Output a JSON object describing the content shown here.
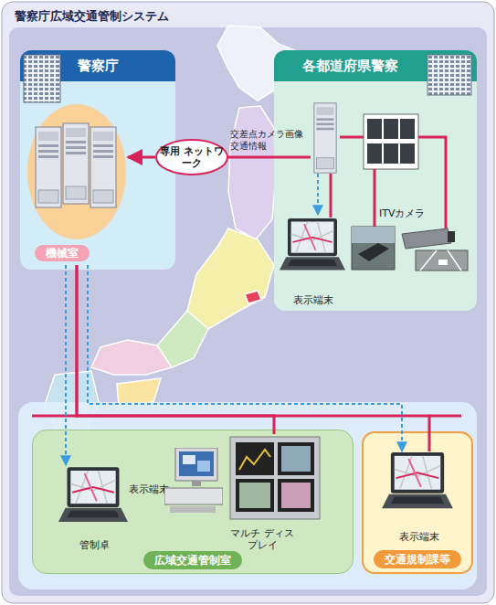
{
  "diagram": {
    "title": "警察庁広域交通管制システム",
    "nodes": [
      {
        "text": [
          "警察庁"
        ]
      },
      {
        "text": [
          "機械室"
        ],
        "in": 0
      },
      {
        "text": [
          "専用 ネットワーク"
        ]
      },
      {
        "text": [
          "各都道府県警察"
        ]
      },
      {
        "text": [
          "ITVカメラ"
        ],
        "in": 3
      },
      {
        "text": [
          "表示端末"
        ],
        "in": 3
      },
      {
        "text": [
          "広域交通管制室"
        ]
      },
      {
        "text": [
          "管制卓"
        ],
        "in": 6
      },
      {
        "text": [
          "表示端末"
        ],
        "in": 6
      },
      {
        "text": [
          "マルチ ディスプレイ"
        ],
        "in": 6
      },
      {
        "text": [
          "交通規制課等"
        ]
      },
      {
        "text": [
          "表示端末"
        ],
        "in": 10
      }
    ],
    "edges": [
      {
        "from": 3,
        "to": 2,
        "arrow": "none",
        "label": "交差点カメラ画像 交通情報"
      },
      {
        "from": 2,
        "to": 1,
        "arrow": "to"
      },
      {
        "from": 1,
        "to": 9,
        "arrow": "none"
      },
      {
        "from": 1,
        "to": 11,
        "arrow": "none"
      },
      {
        "from": 1,
        "to": 7,
        "arrow": "to"
      },
      {
        "from": 1,
        "to": 11,
        "arrow": "to"
      }
    ]
  }
}
